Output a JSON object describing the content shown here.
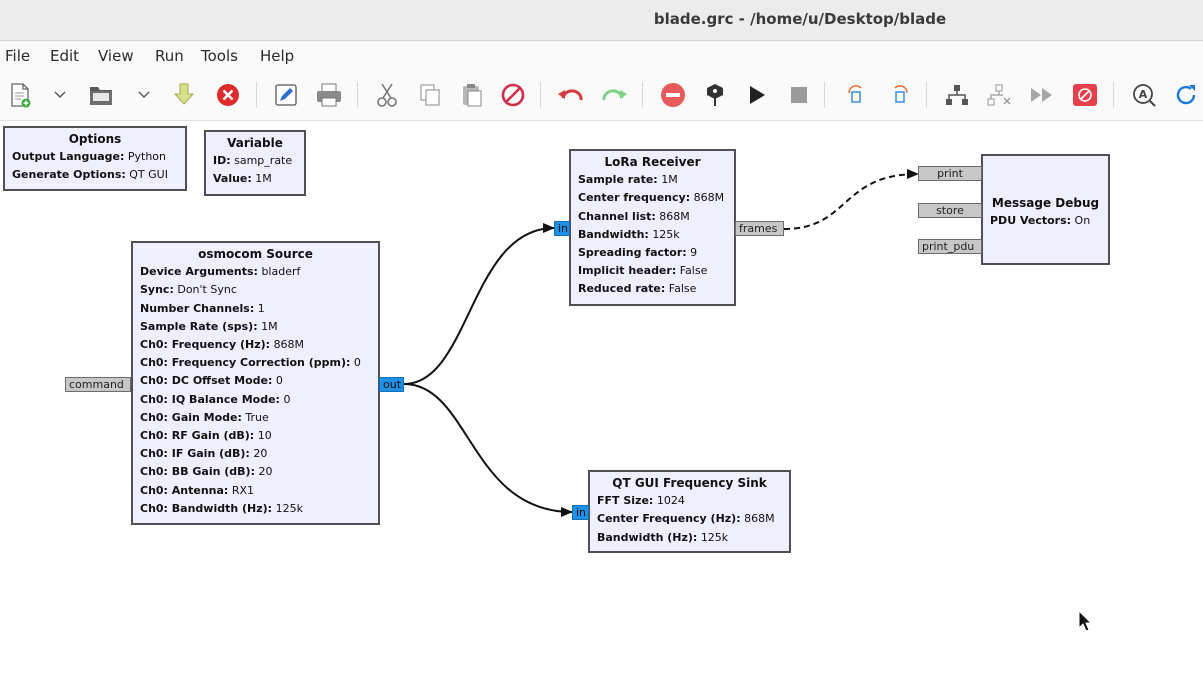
{
  "window": {
    "title": "blade.grc - /home/u/Desktop/blade"
  },
  "menu": [
    "File",
    "Edit",
    "View",
    "Run",
    "Tools",
    "Help"
  ],
  "toolbar": [
    "new-document-icon",
    "dropdown-arrow-icon",
    "open-file-icon",
    "dropdown-arrow-icon",
    "save-icon",
    "close-icon",
    "edit-icon",
    "print-icon",
    "cut-icon",
    "copy-icon",
    "paste-icon",
    "delete-icon",
    "undo-icon",
    "redo-icon",
    "disable-block-icon",
    "bypass-icon",
    "run-icon",
    "stop-icon",
    "rotate-ccw-icon",
    "rotate-cw-icon",
    "create-hier-icon",
    "remove-hier-icon",
    "fast-forward-icon",
    "kill-icon",
    "find-icon",
    "reload-icon"
  ],
  "blocks": {
    "options": {
      "title": "Options",
      "params": [
        {
          "key": "Output Language:",
          "value": "Python"
        },
        {
          "key": "Generate Options:",
          "value": "QT GUI"
        }
      ]
    },
    "variable": {
      "title": "Variable",
      "params": [
        {
          "key": "ID:",
          "value": "samp_rate"
        },
        {
          "key": "Value:",
          "value": "1M"
        }
      ]
    },
    "osmocom": {
      "title": "osmocom Source",
      "params": [
        {
          "key": "Device Arguments:",
          "value": "bladerf"
        },
        {
          "key": "Sync:",
          "value": "Don't Sync"
        },
        {
          "key": "Number Channels:",
          "value": "1"
        },
        {
          "key": "Sample Rate (sps):",
          "value": "1M"
        },
        {
          "key": "Ch0: Frequency (Hz):",
          "value": "868M"
        },
        {
          "key": "Ch0: Frequency Correction (ppm):",
          "value": "0"
        },
        {
          "key": "Ch0: DC Offset Mode:",
          "value": "0"
        },
        {
          "key": "Ch0: IQ Balance Mode:",
          "value": "0"
        },
        {
          "key": "Ch0: Gain Mode:",
          "value": "True"
        },
        {
          "key": "Ch0: RF Gain (dB):",
          "value": "10"
        },
        {
          "key": "Ch0: IF Gain (dB):",
          "value": "20"
        },
        {
          "key": "Ch0: BB Gain (dB):",
          "value": "20"
        },
        {
          "key": "Ch0: Antenna:",
          "value": "RX1"
        },
        {
          "key": "Ch0: Bandwidth (Hz):",
          "value": "125k"
        }
      ],
      "ports": {
        "command": "command",
        "out": "out"
      }
    },
    "lora": {
      "title": "LoRa Receiver",
      "params": [
        {
          "key": "Sample rate:",
          "value": "1M"
        },
        {
          "key": "Center frequency:",
          "value": "868M"
        },
        {
          "key": "Channel list:",
          "value": "868M"
        },
        {
          "key": "Bandwidth:",
          "value": "125k"
        },
        {
          "key": "Spreading factor:",
          "value": "9"
        },
        {
          "key": "Implicit header:",
          "value": "False"
        },
        {
          "key": "Reduced rate:",
          "value": "False"
        }
      ],
      "ports": {
        "in": "in",
        "frames": "frames"
      }
    },
    "message_debug": {
      "title": "Message Debug",
      "params": [
        {
          "key": "PDU Vectors:",
          "value": "On"
        }
      ],
      "ports": {
        "print": "print",
        "store": "store",
        "print_pdu": "print_pdu"
      }
    },
    "freq_sink": {
      "title": "QT GUI Frequency Sink",
      "params": [
        {
          "key": "FFT Size:",
          "value": "1024"
        },
        {
          "key": "Center Frequency (Hz):",
          "value": "868M"
        },
        {
          "key": "Bandwidth (Hz):",
          "value": "125k"
        }
      ],
      "ports": {
        "in": "in"
      }
    }
  }
}
